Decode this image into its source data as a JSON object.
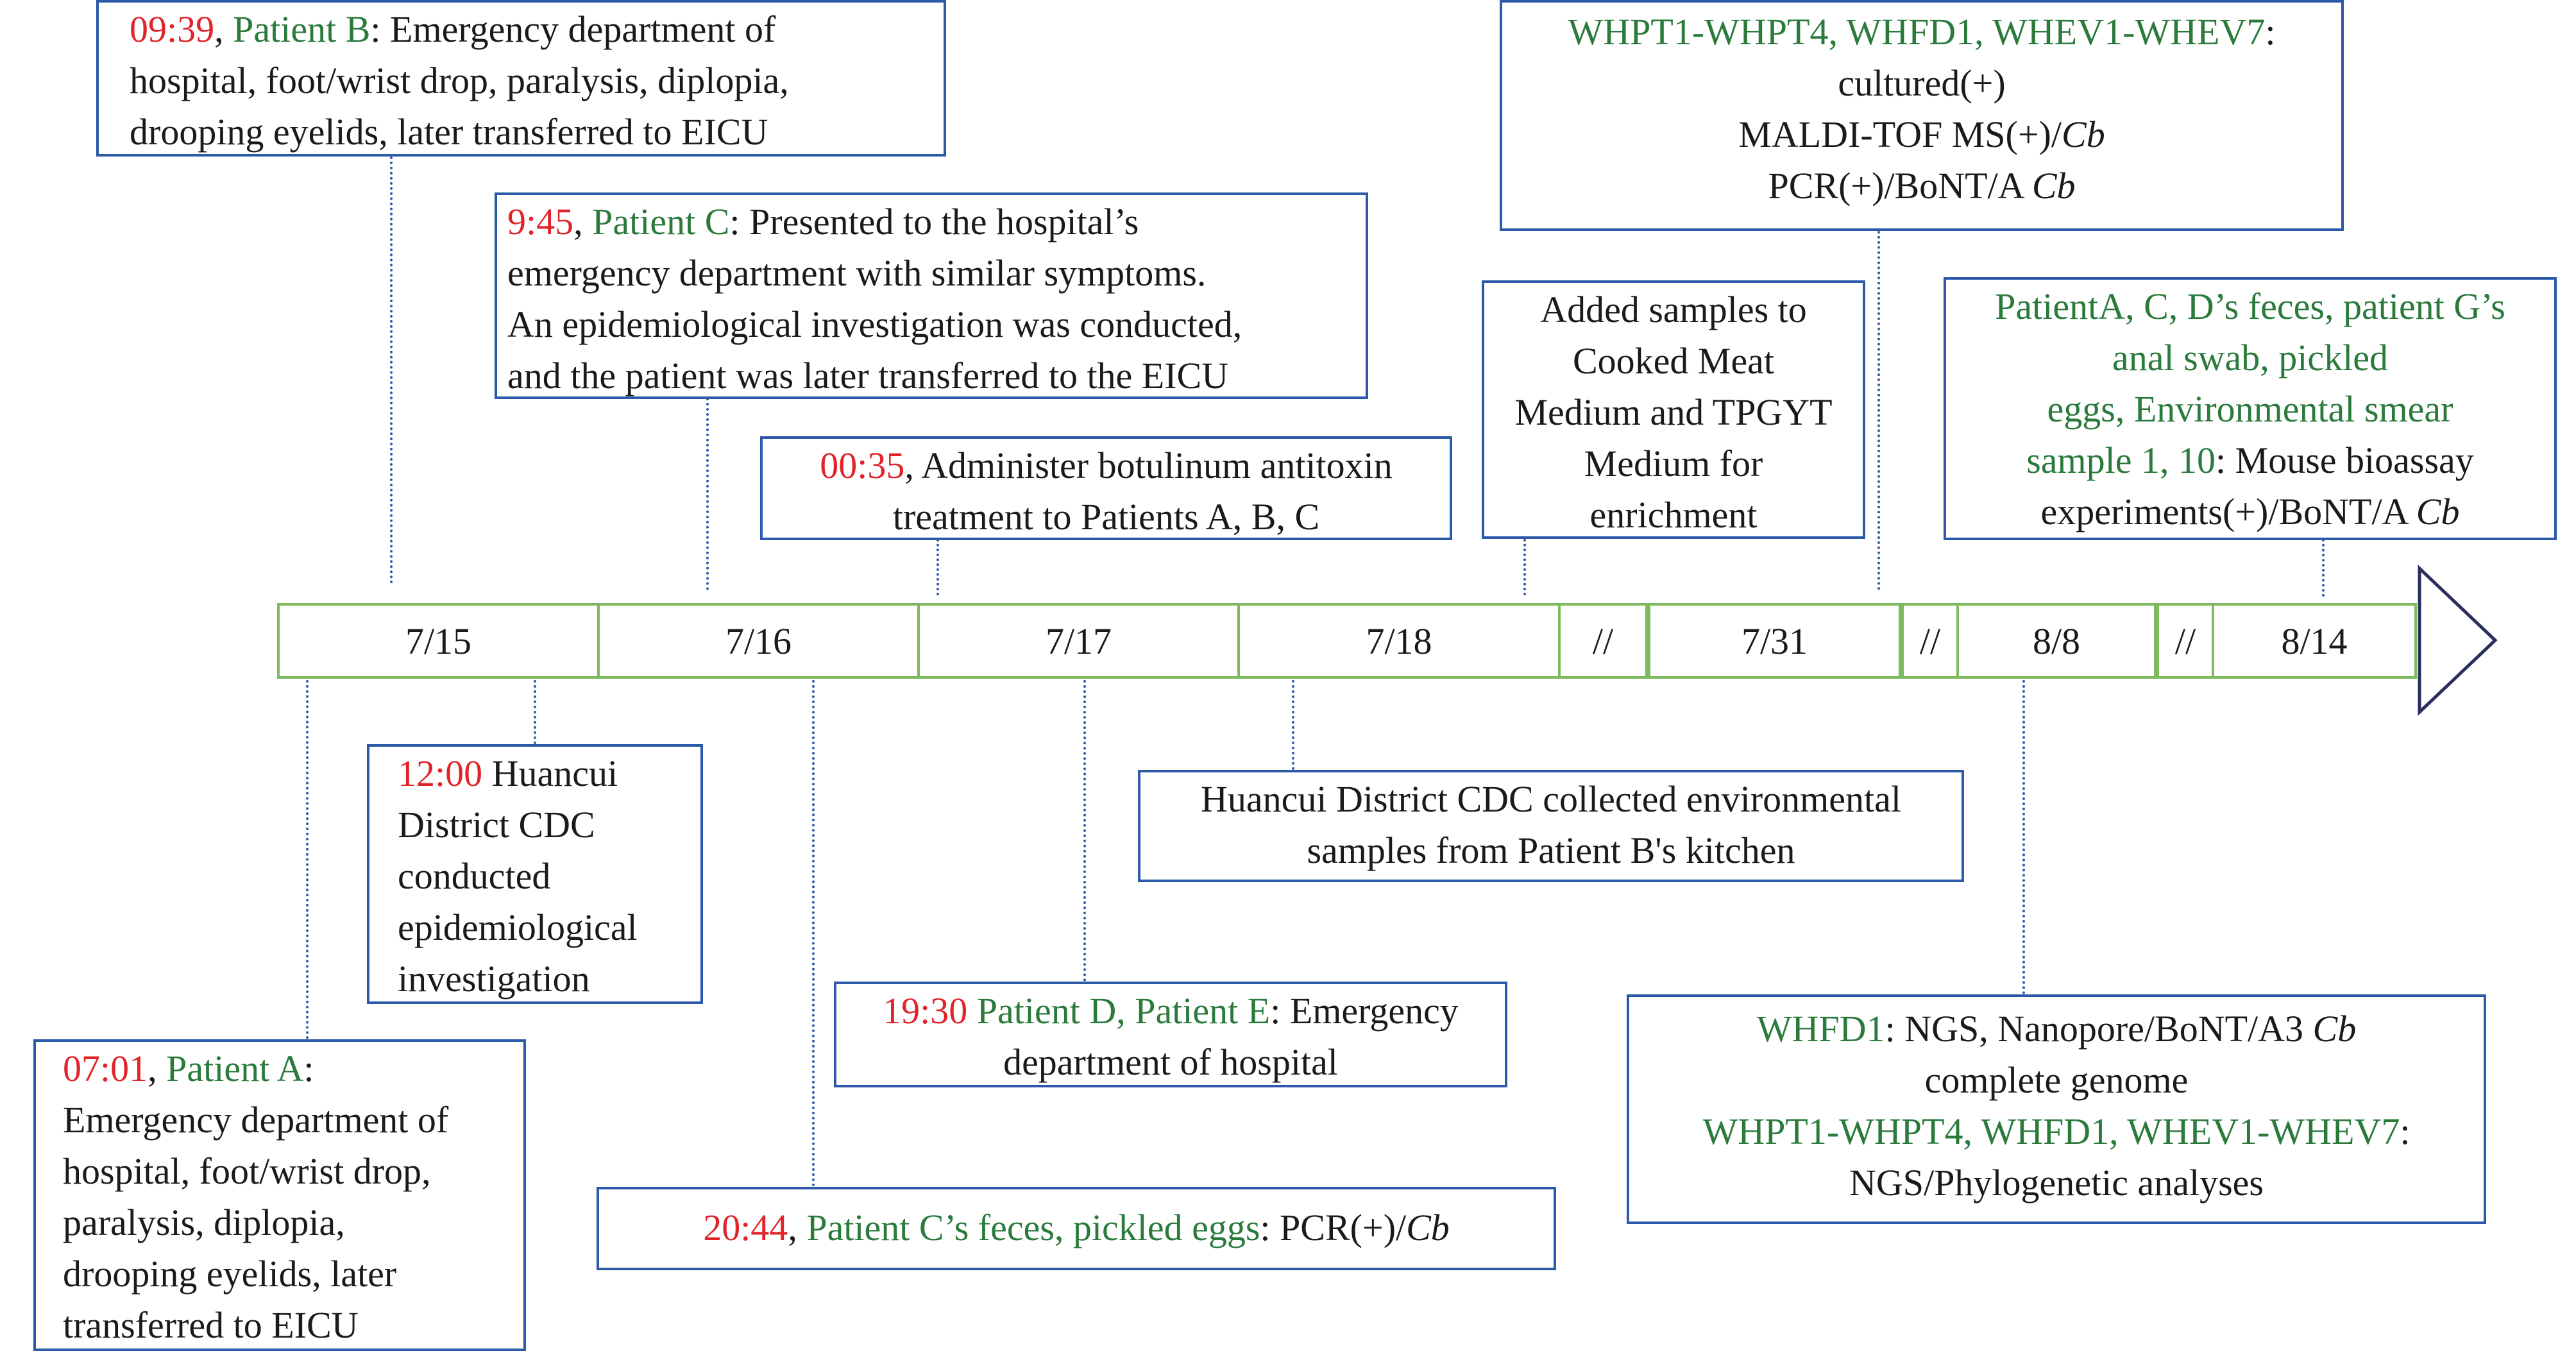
{
  "timeline": {
    "dates": [
      "7/15",
      "7/16",
      "7/17",
      "7/18",
      "//",
      "7/31",
      "//",
      "8/8",
      "//",
      "8/14"
    ]
  },
  "events": {
    "patient_b": {
      "time": "09:39",
      "name": "Patient B",
      "sep": ": ",
      "line1": "Emergency department of",
      "line2": "hospital, foot/wrist drop, paralysis, diplopia,",
      "line3": "drooping eyelids, later transferred to EICU"
    },
    "patient_c": {
      "time": "9:45",
      "sep1": ", ",
      "name": "Patient C",
      "sep2": ": ",
      "line1": "Presented to the hospital’s",
      "line2": "emergency department with similar symptoms.",
      "line3": "An epidemiological investigation was conducted,",
      "line4": "and the patient was later transferred to the EICU"
    },
    "antitoxin": {
      "time": "00:35",
      "line1": ", Administer botulinum antitoxin",
      "line2": "treatment to Patients A, B,  C"
    },
    "enrichment": {
      "line1": "Added  samples to",
      "line2": "Cooked Meat",
      "line3": "Medium and TPGYT",
      "line4": "Medium for",
      "line5": "enrichment"
    },
    "cultured": {
      "strains": "WHPT1-WHPT4, WHFD1, WHEV1-WHEV7",
      "colon": ":",
      "line2": "cultured(+)",
      "line3_prefix": "MALDI-TOF MS(+)/",
      "line3_italic": "Cb",
      "line4_prefix": "PCR(+)/BoNT/A ",
      "line4_italic": "Cb"
    },
    "bioassay": {
      "line1": "PatientA, C, D’s feces, patient G’s",
      "line2": "anal swab, pickled",
      "line3": "eggs, Environmental smear",
      "line4_green": "sample 1, 10",
      "line4_rest": ": Mouse bioassay",
      "line5_prefix": "experiments(+)/BoNT/A ",
      "line5_italic": "Cb"
    },
    "cdc_investigation": {
      "time": "12:00",
      "line1_rest": " Huancui",
      "line2": "District CDC",
      "line3": "conducted",
      "line4": "epidemiological",
      "line5": "investigation"
    },
    "patient_a": {
      "time": "07:01",
      "sep1": ", ",
      "name": "Patient A",
      "sep2": ":",
      "line2": "Emergency department of",
      "line3": "hospital, foot/wrist drop,",
      "line4": "paralysis, diplopia,",
      "line5": "drooping eyelids, later",
      "line6": "transferred to EICU"
    },
    "cdc_environment": {
      "line1": "Huancui District CDC collected environmental",
      "line2": "samples from Patient B's kitchen"
    },
    "patient_de": {
      "time": "19:30",
      "names": " Patient D, Patient E",
      "line1_rest": ": Emergency",
      "line2": "department of hospital"
    },
    "pcr_feces": {
      "time": "20:44",
      "sep": ", ",
      "samples": "Patient C’s feces, pickled eggs",
      "rest": ": PCR(+)/",
      "italic": "Cb"
    },
    "genome": {
      "strain": "WHFD1",
      "line1_rest": ": NGS, Nanopore/BoNT/A3 ",
      "line1_italic": "Cb",
      "line2": "complete genome",
      "line3_strains": "WHPT1-WHPT4, WHFD1, WHEV1-WHEV7",
      "line3_colon": ":",
      "line4": "NGS/Phylogenetic analyses"
    }
  }
}
